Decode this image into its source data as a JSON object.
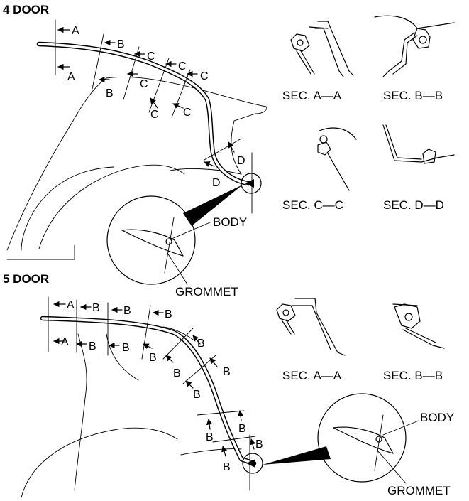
{
  "sections": {
    "door4": {
      "title": "4 DOOR",
      "callouts": {
        "body": "BODY",
        "grommet": "GROMMET"
      },
      "section_labels": [
        "SEC. A—A",
        "SEC. B—B",
        "SEC. C—C",
        "SEC. D—D"
      ],
      "cut_letters": {
        "a": "A",
        "b": "B",
        "c": "C",
        "d": "D"
      }
    },
    "door5": {
      "title": "5 DOOR",
      "callouts": {
        "body": "BODY",
        "grommet": "GROMMET"
      },
      "section_labels": [
        "SEC. A—A",
        "SEC. B—B"
      ],
      "cut_letters": {
        "a": "A",
        "b": "B"
      }
    }
  }
}
